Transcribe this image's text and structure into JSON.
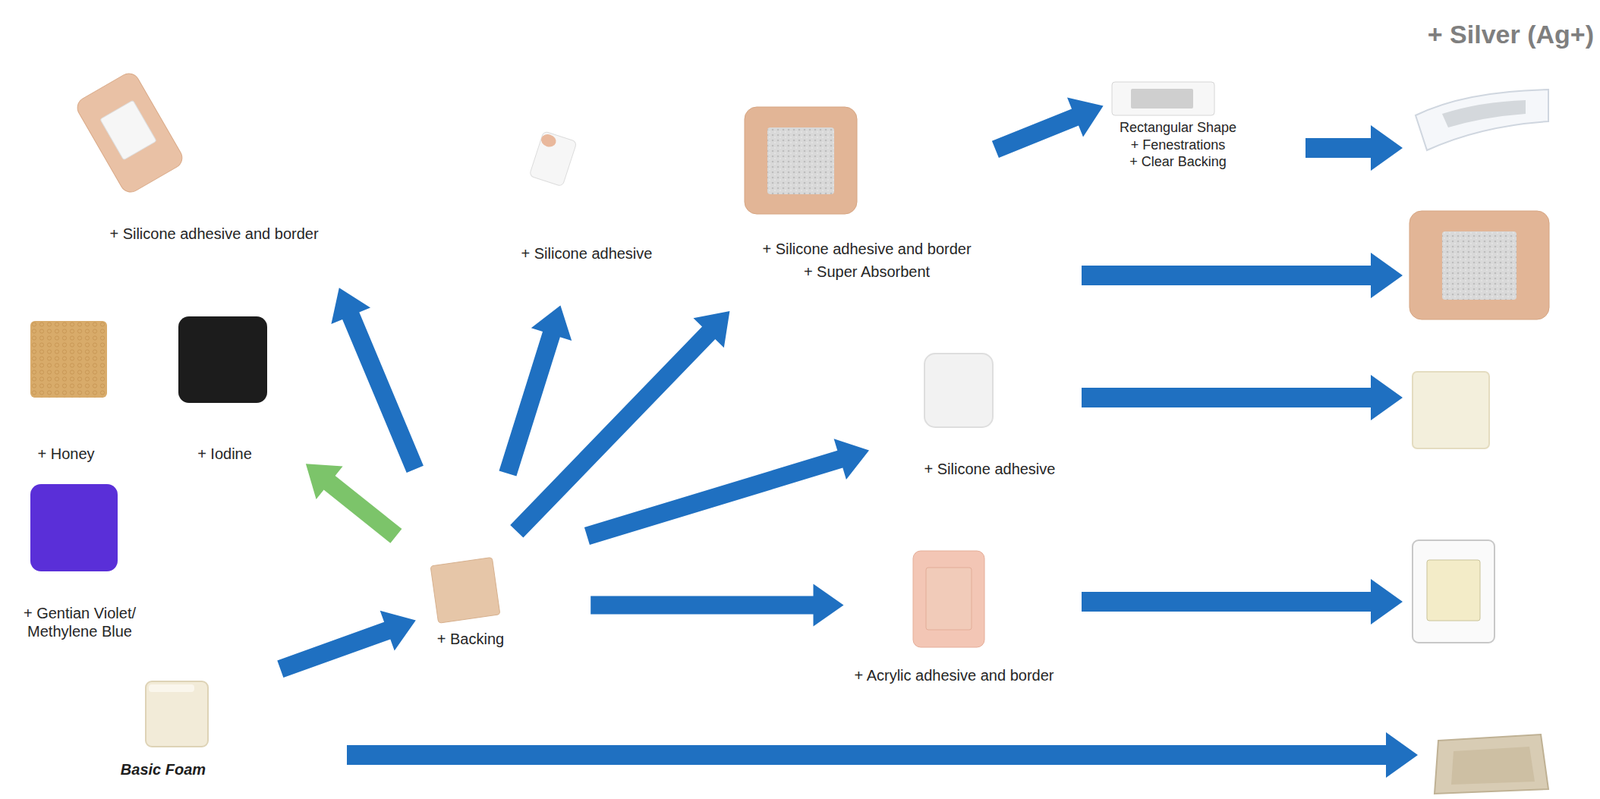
{
  "diagram": {
    "nodes": [
      {
        "text": [
          "Basic Foam"
        ]
      },
      {
        "text": [
          "+ Backing"
        ]
      },
      {
        "text": [
          "+ Silicone adhesive and border"
        ]
      },
      {
        "text": [
          "+ Silicone adhesive"
        ]
      },
      {
        "text": [
          "+ Silicone adhesive and border",
          "+ Super Absorbent"
        ]
      },
      {
        "text": [
          "Rectangular Shape",
          "+ Fenestrations",
          "+ Clear Backing"
        ]
      },
      {
        "text": [
          "+ Silicone adhesive"
        ]
      },
      {
        "text": [
          "+ Acrylic adhesive and border"
        ]
      },
      {
        "text": [
          "+ Honey"
        ]
      },
      {
        "text": [
          "+ Iodine"
        ]
      },
      {
        "text": [
          "+ Gentian Violet/ Methylene Blue"
        ]
      }
    ],
    "edges": [
      {
        "from": 0,
        "to": 1,
        "arrow": "to"
      },
      {
        "from": 1,
        "to": 2,
        "arrow": "to"
      },
      {
        "from": 1,
        "to": 3,
        "arrow": "to"
      },
      {
        "from": 1,
        "to": 4,
        "arrow": "to"
      },
      {
        "from": 1,
        "to": 6,
        "arrow": "to"
      },
      {
        "from": 1,
        "to": 7,
        "arrow": "to"
      },
      {
        "from": 1,
        "to": 9,
        "arrow": "to"
      },
      {
        "from": 4,
        "to": 5,
        "arrow": "to"
      }
    ],
    "labels": [
      "+ Silver (Ag+)"
    ]
  }
}
